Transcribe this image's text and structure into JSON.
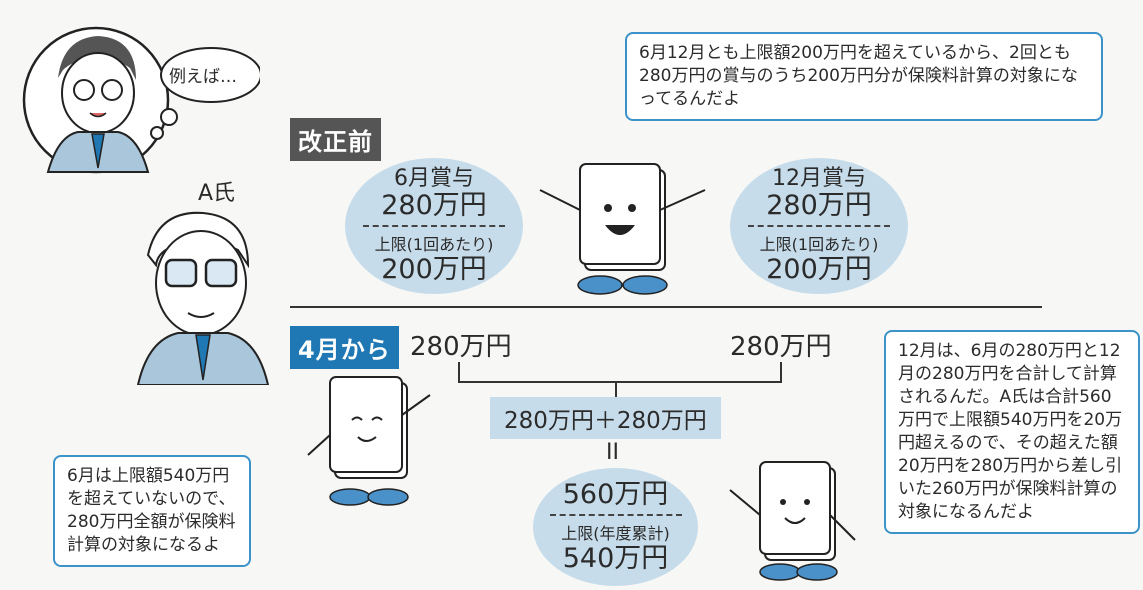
{
  "thought_bubble": "例えば…",
  "person_label": "A氏",
  "before": {
    "label": "改正前",
    "june": {
      "title": "6月賞与",
      "amount": "280万円",
      "limit_label": "上限(1回あたり)",
      "limit": "200万円"
    },
    "december": {
      "title": "12月賞与",
      "amount": "280万円",
      "limit_label": "上限(1回あたり)",
      "limit": "200万円"
    },
    "bubble": "6月12月とも上限額200万円を超えているから、2回とも280万円の賞与のうち200万円分が保険料計算の対象になってるんだよ"
  },
  "after": {
    "label": "4月から",
    "june_amount": "280万円",
    "december_amount": "280万円",
    "sum": "280万円＋280万円",
    "equals": "II",
    "total": "560万円",
    "limit_label": "上限(年度累計)",
    "limit": "540万円",
    "bubble_left": "6月は上限額540万円を超えていないので、280万円全額が保険料計算の対象になるよ",
    "bubble_right": "12月は、6月の280万円と12月の280万円を合計して計算されるんだ。A氏は合計560万円で上限額540万円を20万円超えるので、その超えた額20万円を280万円から差し引いた260万円が保険料計算の対象になるんだよ"
  },
  "colors": {
    "accent": "#1f78b4",
    "ellipse": "#c7dcea",
    "bubble_border": "#3c92c9"
  }
}
